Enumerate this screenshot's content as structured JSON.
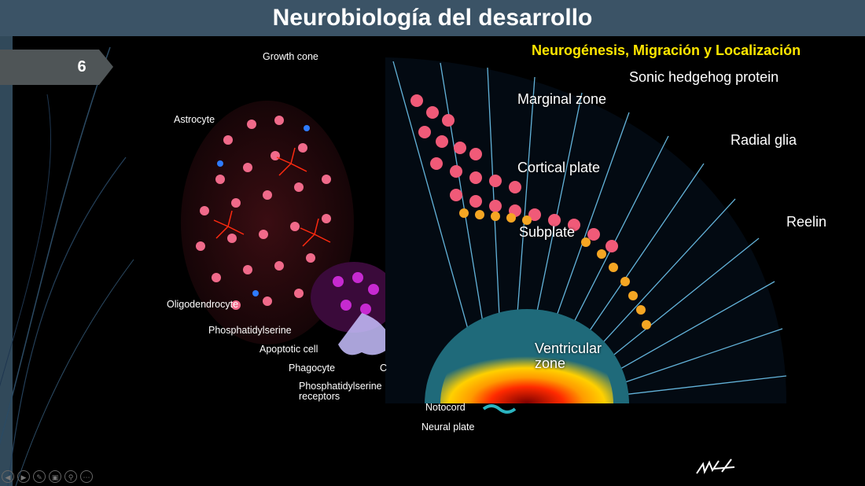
{
  "slide": {
    "title": "Neurobiología del desarrollo",
    "number": "6",
    "subtitle": "Neurogénesis, Migración y Localización"
  },
  "figure": {
    "left_labels": [
      "Growth cone",
      "Astrocyte",
      "Oligodendrocyte",
      "Phosphatidylserine",
      "Apoptotic cell",
      "Phagocyte",
      "Phosphatidylserine receptors",
      "C",
      "Notocord",
      "Neural plate"
    ],
    "right_labels": [
      "Sonic hedgehog protein",
      "Marginal zone",
      "Radial glia",
      "Cortical plate",
      "Reelin",
      "Subplate",
      "Ventricular zone"
    ]
  },
  "controls": {
    "prev": "◀",
    "next": "▶",
    "pen": "✎",
    "slides": "▣",
    "zoom": "⚲",
    "more": "⋯"
  },
  "colors": {
    "title_bar": "#3b5366",
    "subtitle": "#ffe600",
    "cortical_plate": "#f05a78",
    "subplate": "#f5a623",
    "radial_glia": "#6ec6f0"
  }
}
